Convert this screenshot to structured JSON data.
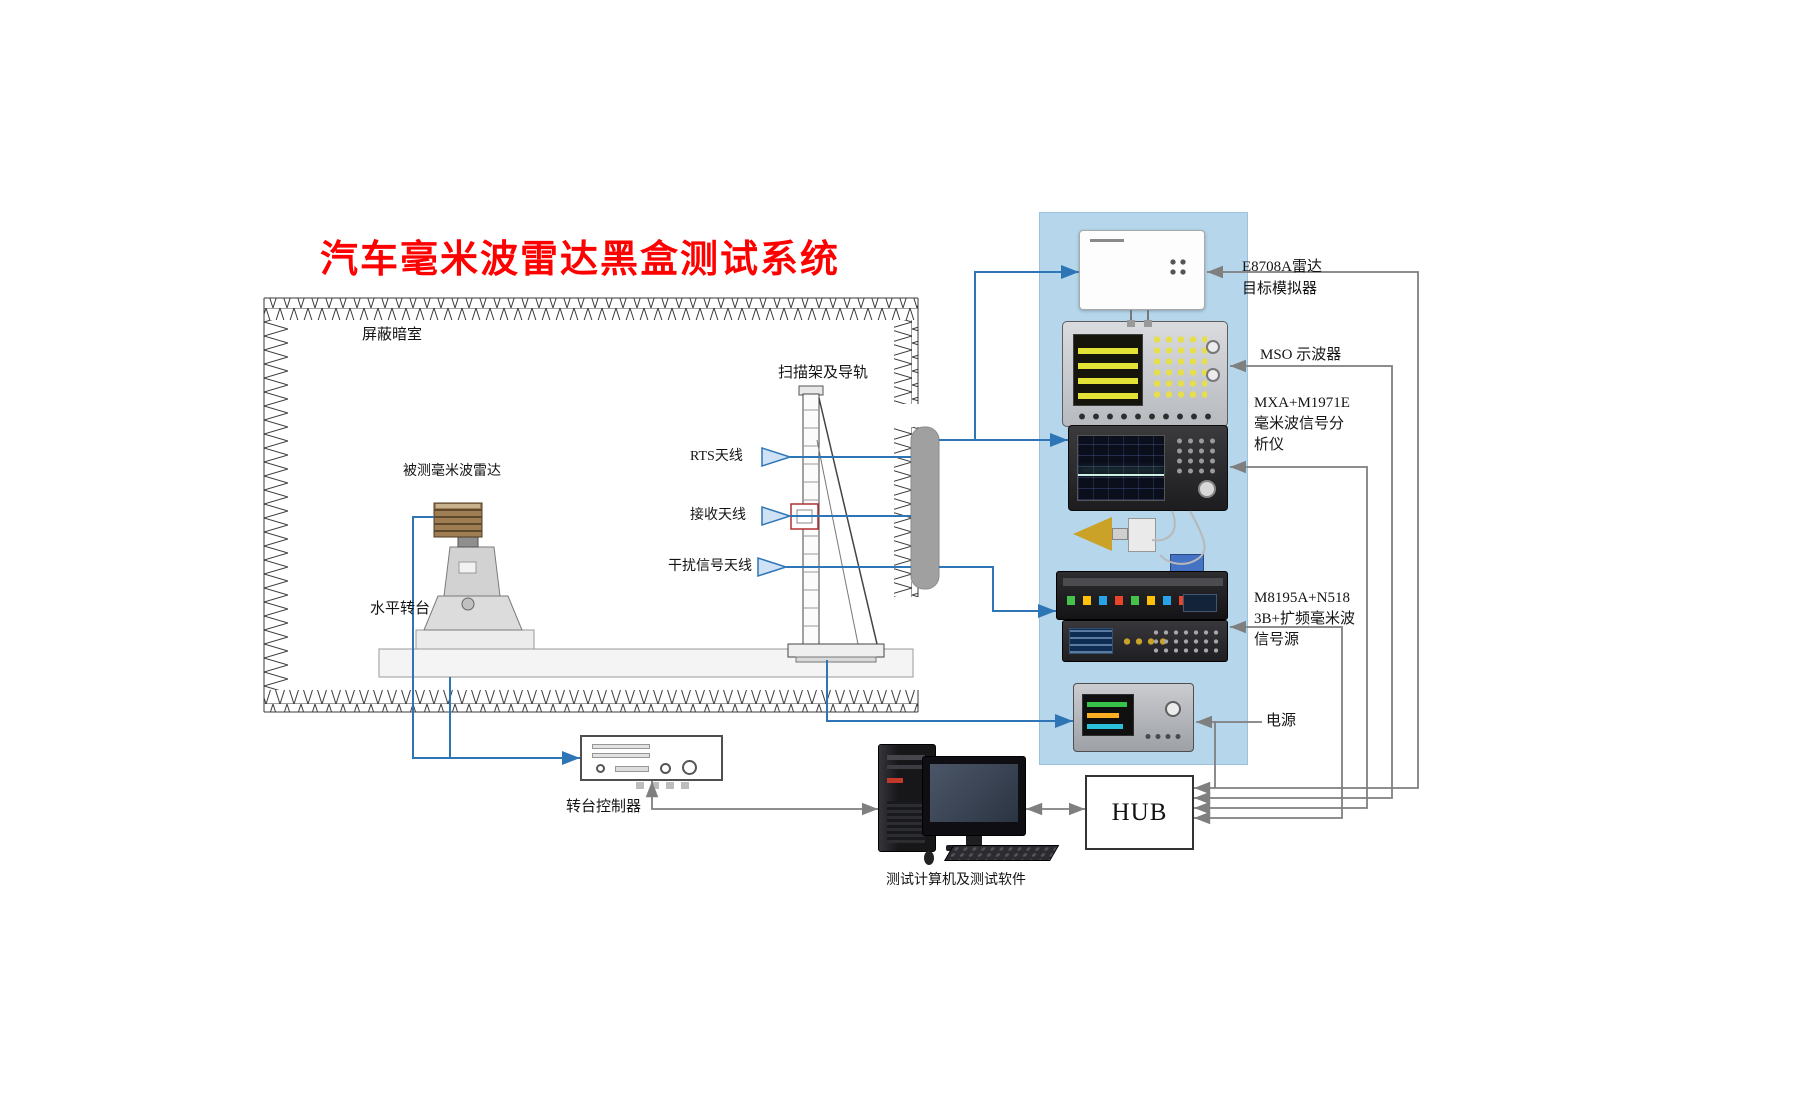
{
  "title": "汽车毫米波雷达黑盒测试系统",
  "chamber": {
    "name": "屏蔽暗室",
    "scanner_label": "扫描架及导轨",
    "radar_label": "被测毫米波雷达",
    "turntable_label": "水平转台",
    "antenna_rts": "RTS天线",
    "antenna_receive": "接收天线",
    "antenna_interference": "干扰信号天线"
  },
  "rack": {
    "simulator": [
      "E8708A雷达",
      "目标模拟器"
    ],
    "oscilloscope": "MSO 示波器",
    "analyzer": [
      "MXA+M1971E",
      "毫米波信号分",
      "析仪"
    ],
    "signal_source": [
      "M8195A+N518",
      "3B+扩频毫米波",
      "信号源"
    ],
    "power_supply": "电源"
  },
  "control": {
    "turntable_controller": "转台控制器",
    "computer": "测试计算机及测试软件",
    "hub": "HUB"
  },
  "colors": {
    "title_red": "#ff0000",
    "connection_blue": "#2e75b6",
    "connection_gray": "#7f7f7f",
    "rack_panel_blue": "#b5d6eb"
  }
}
